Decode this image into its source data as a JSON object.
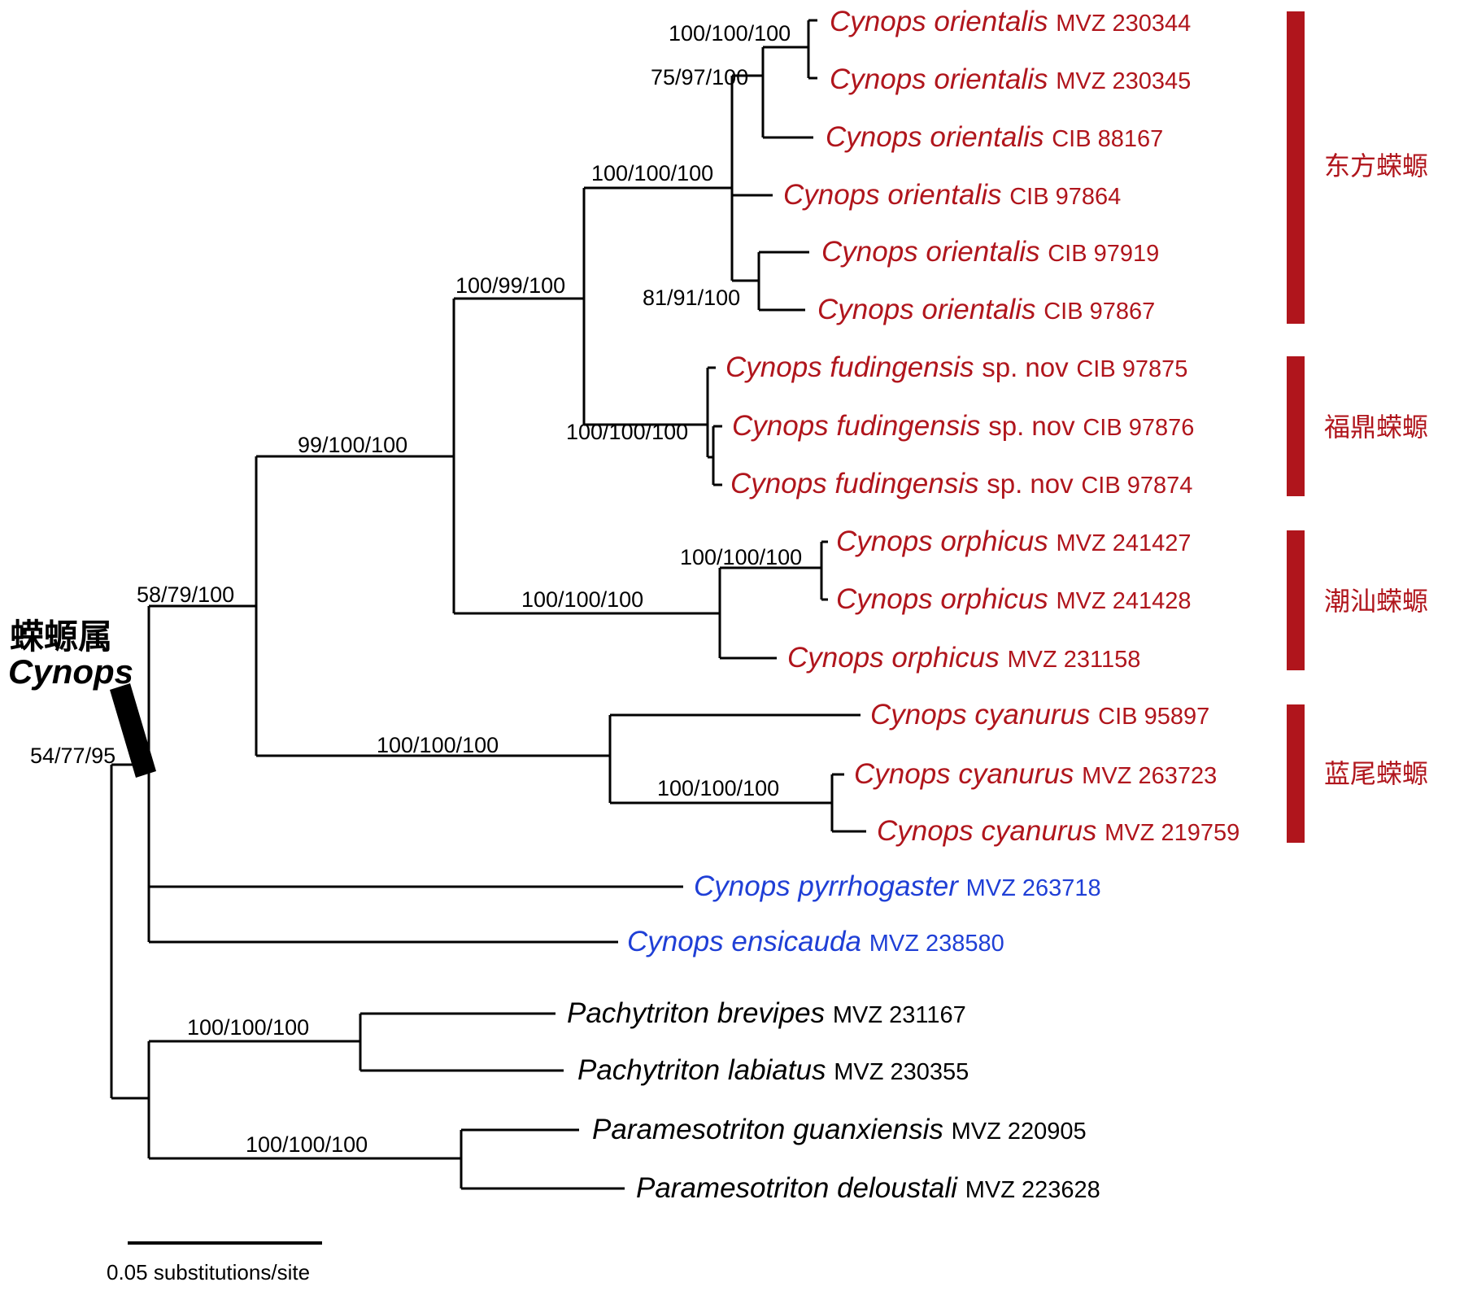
{
  "colors": {
    "branch": "#000000",
    "ingroup_new": "#b0151c",
    "ingroup_other": "#1f3fd6",
    "outgroup": "#000000",
    "clade_bar": "#b0151c"
  },
  "genus_label": {
    "chinese": "蝾螈属",
    "latin": "Cynops"
  },
  "scale_bar": {
    "value": 0.05,
    "label": "0.05 substitutions/site"
  },
  "supports": [
    "100/100/100",
    "75/97/100",
    "100/100/100",
    "81/91/100",
    "100/99/100",
    "100/100/100",
    "99/100/100",
    "100/100/100",
    "100/100/100",
    "58/79/100",
    "100/100/100",
    "100/100/100",
    "54/77/95",
    "100/100/100",
    "100/100/100"
  ],
  "taxa": [
    {
      "genus": "Cynops",
      "epithet": "orientalis",
      "suffix": "",
      "voucher": "MVZ 230344",
      "group": "ingroup_new"
    },
    {
      "genus": "Cynops",
      "epithet": "orientalis",
      "suffix": "",
      "voucher": "MVZ 230345",
      "group": "ingroup_new"
    },
    {
      "genus": "Cynops",
      "epithet": "orientalis",
      "suffix": "",
      "voucher": "CIB 88167",
      "group": "ingroup_new"
    },
    {
      "genus": "Cynops",
      "epithet": "orientalis",
      "suffix": "",
      "voucher": "CIB 97864",
      "group": "ingroup_new"
    },
    {
      "genus": "Cynops",
      "epithet": "orientalis",
      "suffix": "",
      "voucher": "CIB 97919",
      "group": "ingroup_new"
    },
    {
      "genus": "Cynops",
      "epithet": "orientalis",
      "suffix": "",
      "voucher": "CIB 97867",
      "group": "ingroup_new"
    },
    {
      "genus": "Cynops",
      "epithet": "fudingensis",
      "suffix": "sp. nov",
      "voucher": "CIB 97875",
      "group": "ingroup_new"
    },
    {
      "genus": "Cynops",
      "epithet": "fudingensis",
      "suffix": "sp. nov",
      "voucher": "CIB 97876",
      "group": "ingroup_new"
    },
    {
      "genus": "Cynops",
      "epithet": "fudingensis",
      "suffix": "sp. nov",
      "voucher": "CIB 97874",
      "group": "ingroup_new"
    },
    {
      "genus": "Cynops",
      "epithet": "orphicus",
      "suffix": "",
      "voucher": "MVZ 241427",
      "group": "ingroup_new"
    },
    {
      "genus": "Cynops",
      "epithet": "orphicus",
      "suffix": "",
      "voucher": "MVZ 241428",
      "group": "ingroup_new"
    },
    {
      "genus": "Cynops",
      "epithet": "orphicus",
      "suffix": "",
      "voucher": "MVZ 231158",
      "group": "ingroup_new"
    },
    {
      "genus": "Cynops",
      "epithet": "cyanurus",
      "suffix": "",
      "voucher": "CIB 95897",
      "group": "ingroup_new"
    },
    {
      "genus": "Cynops",
      "epithet": "cyanurus",
      "suffix": "",
      "voucher": "MVZ 263723",
      "group": "ingroup_new"
    },
    {
      "genus": "Cynops",
      "epithet": "cyanurus",
      "suffix": "",
      "voucher": "MVZ 219759",
      "group": "ingroup_new"
    },
    {
      "genus": "Cynops",
      "epithet": "pyrrhogaster",
      "suffix": "",
      "voucher": "MVZ 263718",
      "group": "ingroup_other"
    },
    {
      "genus": "Cynops",
      "epithet": "ensicauda",
      "suffix": "",
      "voucher": "MVZ 238580",
      "group": "ingroup_other"
    },
    {
      "genus": "Pachytriton",
      "epithet": "brevipes",
      "suffix": "",
      "voucher": "MVZ 231167",
      "group": "outgroup"
    },
    {
      "genus": "Pachytriton",
      "epithet": "labiatus",
      "suffix": "",
      "voucher": "MVZ 230355",
      "group": "outgroup"
    },
    {
      "genus": "Paramesotriton",
      "epithet": "guanxiensis",
      "suffix": "",
      "voucher": "MVZ 220905",
      "group": "outgroup"
    },
    {
      "genus": "Paramesotriton",
      "epithet": "deloustali",
      "suffix": "",
      "voucher": "MVZ 223628",
      "group": "outgroup"
    }
  ],
  "clades": [
    {
      "name": "东方蝾螈"
    },
    {
      "name": "福鼎蝾螈"
    },
    {
      "name": "潮汕蝾螈"
    },
    {
      "name": "蓝尾蝾螈"
    }
  ]
}
